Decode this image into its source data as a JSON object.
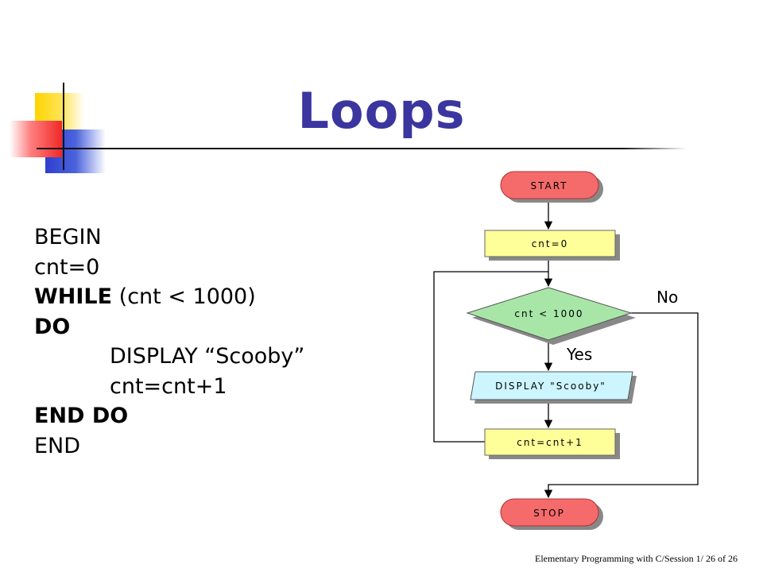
{
  "title": "Loops",
  "pseudocode": {
    "line1": "BEGIN",
    "line2": "cnt=0",
    "line3_kw": "WHILE",
    "line3_rest": " (cnt < 1000)",
    "line4": "DO",
    "line5": "DISPLAY “Scooby”",
    "line6": "cnt=cnt+1",
    "line7": "END DO",
    "line8": "END"
  },
  "flowchart": {
    "start": "START",
    "init": "cnt=0",
    "condition": "cnt < 1000",
    "display": "DISPLAY \"Scooby\"",
    "increment": "cnt=cnt+1",
    "stop": "STOP",
    "yes_label": "Yes",
    "no_label": "No"
  },
  "footer": "Elementary Programming with C/Session 1/ 26 of 26",
  "colors": {
    "title": "#3b35a0",
    "terminal_fill": "#f56b6b",
    "process_fill": "#ffff99",
    "decision_fill": "#a8e6a8",
    "io_fill": "#ccf5ff"
  }
}
